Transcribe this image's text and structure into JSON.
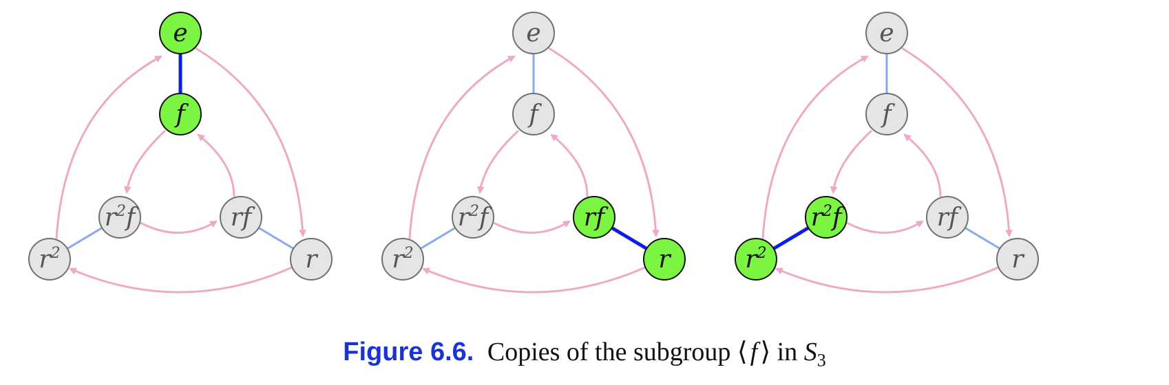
{
  "colors": {
    "highlight_fill": "#7cf542",
    "normal_fill": "#e5e5e5",
    "normal_stroke": "#707070",
    "highlight_stroke": "#111111",
    "arrow": "#f0a8c8",
    "edge_light": "#8aa8f0",
    "edge_dark": "#0a1fe6",
    "normal_text": "#555555",
    "highlight_text": "#111111"
  },
  "nodes": {
    "e": {
      "base": "e",
      "sup": "",
      "suffix": ""
    },
    "f": {
      "base": "f",
      "sup": "",
      "suffix": ""
    },
    "r2f": {
      "base": "r",
      "sup": "2",
      "suffix": "f"
    },
    "rf": {
      "base": "rf",
      "sup": "",
      "suffix": ""
    },
    "r2": {
      "base": "r",
      "sup": "2",
      "suffix": ""
    },
    "r": {
      "base": "r",
      "sup": "",
      "suffix": ""
    }
  },
  "graphs": [
    {
      "highlighted": [
        "e",
        "f"
      ],
      "bold_edge": "e-f"
    },
    {
      "highlighted": [
        "rf",
        "r"
      ],
      "bold_edge": "rf-r"
    },
    {
      "highlighted": [
        "r2f",
        "r2"
      ],
      "bold_edge": "r2f-r2"
    }
  ],
  "caption": {
    "figure_number": "Figure 6.6.",
    "text_before": "Copies of the subgroup ",
    "math_open": "⟨",
    "math_var": "f",
    "math_close": "⟩",
    "text_mid": " in ",
    "group": "S",
    "group_sub": "3"
  }
}
